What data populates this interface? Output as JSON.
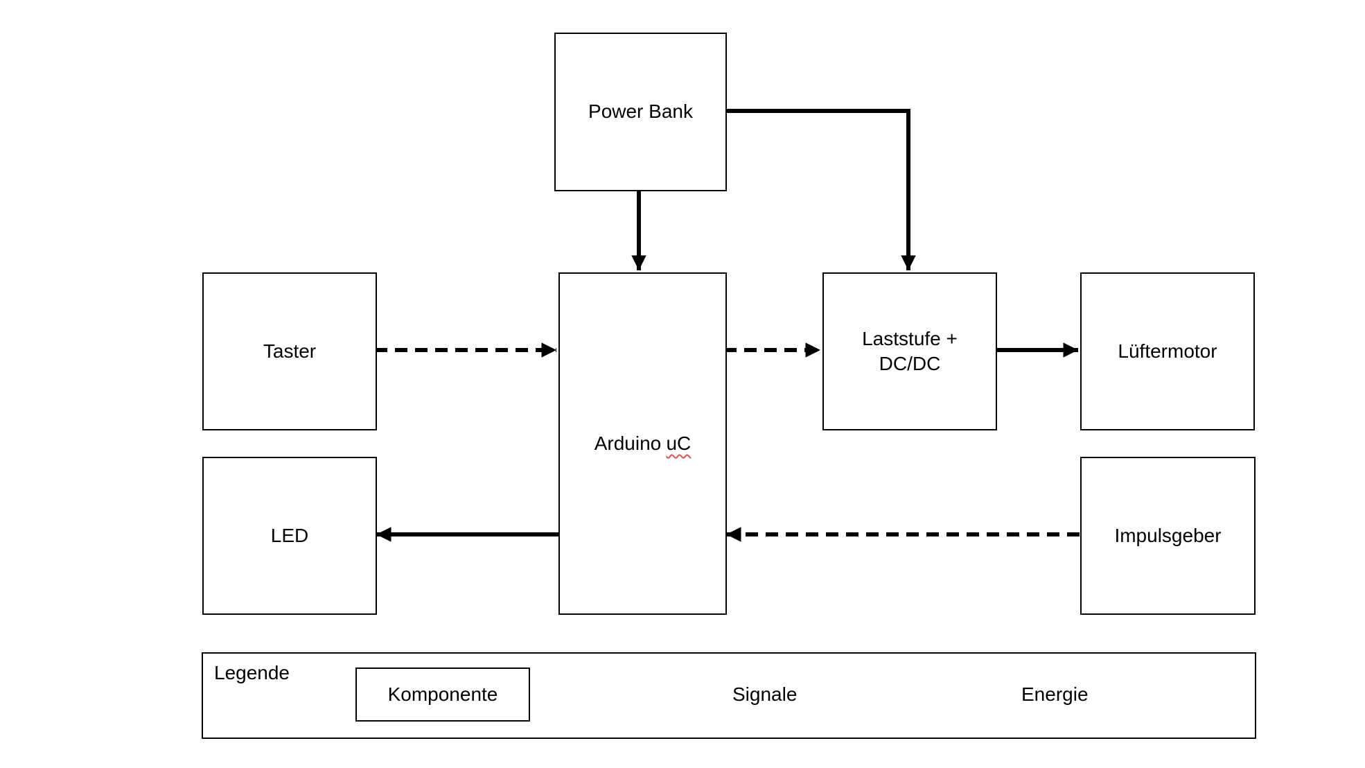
{
  "diagram_title": "",
  "nodes": {
    "power_bank": {
      "label": "Power Bank"
    },
    "taster": {
      "label": "Taster"
    },
    "led": {
      "label": "LED"
    },
    "arduino": {
      "label_prefix": "Arduino",
      "label_word": "uC"
    },
    "laststufe": {
      "label_line1": "Laststufe +",
      "label_line2": "DC/DC"
    },
    "luftermotor": {
      "label": "Lüftermotor"
    },
    "impulsgeber": {
      "label": "Impulsgeber"
    }
  },
  "edges": [
    {
      "from": "Power Bank",
      "to": "Arduino uC",
      "type": "energy"
    },
    {
      "from": "Power Bank",
      "to": "Laststufe + DC/DC",
      "type": "energy"
    },
    {
      "from": "Taster",
      "to": "Arduino uC",
      "type": "signal"
    },
    {
      "from": "Arduino uC",
      "to": "Laststufe + DC/DC",
      "type": "signal"
    },
    {
      "from": "Laststufe + DC/DC",
      "to": "Lüftermotor",
      "type": "energy"
    },
    {
      "from": "Arduino uC",
      "to": "LED",
      "type": "energy"
    },
    {
      "from": "Impulsgeber",
      "to": "Arduino uC",
      "type": "signal"
    }
  ],
  "legend": {
    "title": "Legende",
    "component_label": "Komponente",
    "signal_label": "Signale",
    "energy_label": "Energie"
  },
  "colors": {
    "line": "#000000",
    "background": "#ffffff",
    "spellcheck_underline": "#e05050"
  }
}
